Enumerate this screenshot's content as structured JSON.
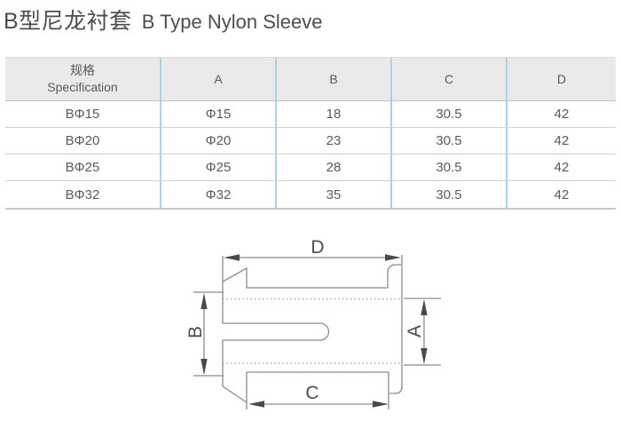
{
  "title": {
    "zh": "B型尼龙衬套",
    "en": "B Type Nylon Sleeve"
  },
  "table": {
    "headers": {
      "spec_zh": "规格",
      "spec_en": "Specification",
      "cols": [
        "A",
        "B",
        "C",
        "D"
      ]
    },
    "rows": [
      {
        "spec": "BΦ15",
        "A": "Φ15",
        "B": "18",
        "C": "30.5",
        "D": "42"
      },
      {
        "spec": "BΦ20",
        "A": "Φ20",
        "B": "23",
        "C": "30.5",
        "D": "42"
      },
      {
        "spec": "BΦ25",
        "A": "Φ25",
        "B": "28",
        "C": "30.5",
        "D": "42"
      },
      {
        "spec": "BΦ32",
        "A": "Φ32",
        "B": "35",
        "C": "30.5",
        "D": "42"
      }
    ]
  },
  "diagram": {
    "labels": {
      "top": "D",
      "left": "B",
      "right": "A",
      "bottom": "C"
    }
  },
  "colors": {
    "line_gray": "#8a8a8a",
    "arrow_dark": "#4a4a4a",
    "table_header_bg": "#eaeaea",
    "table_divider_blue": "#a6d4e8",
    "text_gray": "#5a5a5a"
  }
}
